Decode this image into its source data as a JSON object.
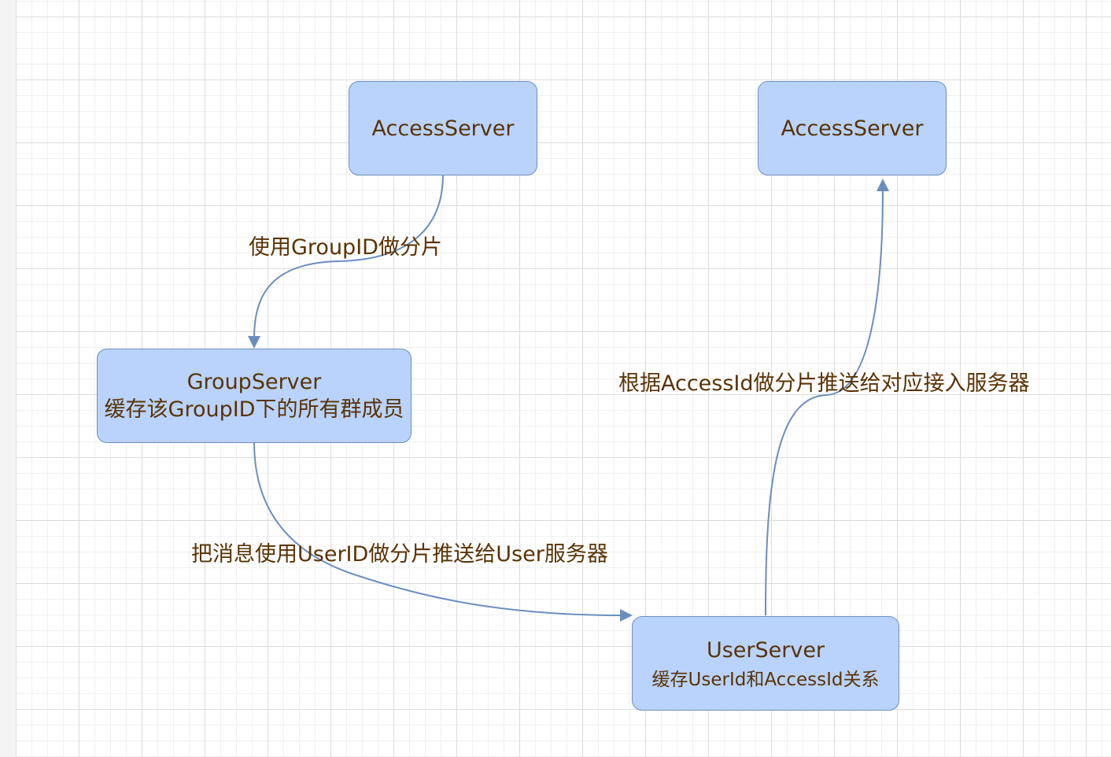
{
  "nodes": {
    "access_server_left": {
      "label": "AccessServer"
    },
    "access_server_right": {
      "label": "AccessServer"
    },
    "group_server": {
      "title": "GroupServer",
      "description": "缓存该GroupID下的所有群成员"
    },
    "user_server": {
      "title": "UserServer",
      "description": "缓存UserId和AccessId关系"
    }
  },
  "edges": {
    "access_to_group": {
      "label": "使用GroupID做分片"
    },
    "group_to_user": {
      "label": "把消息使用UserID做分片推送给User服务器"
    },
    "user_to_access": {
      "label": "根据AccessId做分片推送给对应接入服务器"
    }
  },
  "colors": {
    "node_fill": "#b9d3fc",
    "node_border": "#6c8ebf",
    "edge": "#6c8ebf",
    "text": "#5a3305"
  }
}
